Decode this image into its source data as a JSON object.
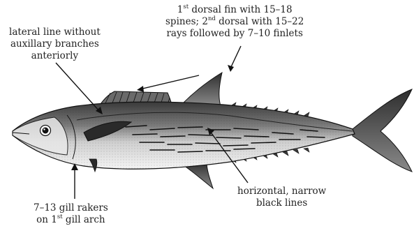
{
  "labels": {
    "dorsal": {
      "line1_pre": "1",
      "line1_sup": "st",
      "line1_post": " dorsal fin with 15–18",
      "line2_pre": "spines; 2",
      "line2_sup": "nd",
      "line2_post": " dorsal with 15–22",
      "line3": "rays followed by 7–10 finlets"
    },
    "lateral": {
      "line1": "lateral line without",
      "line2": "auxillary branches",
      "line3": "anteriorly"
    },
    "lines": {
      "line1": "horizontal, narrow",
      "line2": "black lines"
    },
    "gill": {
      "line1": "7–13 gill rakers",
      "line2_pre": "on 1",
      "line2_sup": "st",
      "line2_post": " gill arch"
    }
  }
}
